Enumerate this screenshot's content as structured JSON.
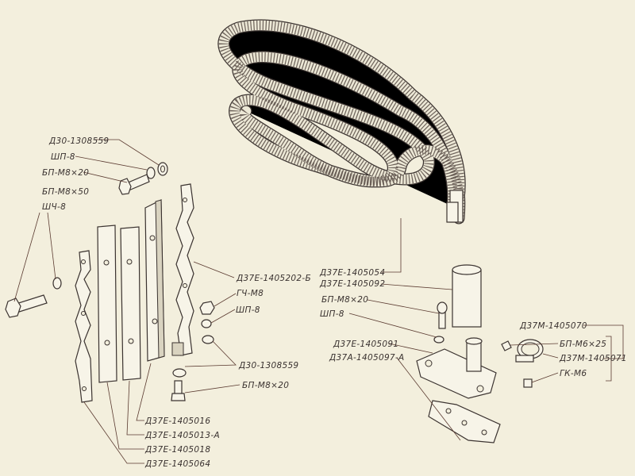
{
  "labels": {
    "left_washer_top": "Д30-1308559",
    "left_spring_washer_top": "ШП-8",
    "left_bolt_top": "БП-М8×20",
    "left_bolt_long": "БП-М8×50",
    "left_washer_sh": "ШЧ-8",
    "bracket_202b": "Д37Е-1405202-Б",
    "nut_m8": "ГЧ-М8",
    "spring_washer_mid": "ШП-8",
    "washer_mid": "Д30-1308559",
    "bolt_mid": "БП-М8×20",
    "plate_016": "Д37Е-1405016",
    "plate_013a": "Д37Е-1405013-А",
    "plate_018": "Д37Е-1405018",
    "plate_064": "Д37Е-1405064",
    "hose_054": "Д37Е-1405054",
    "sleeve_092": "Д37Е-1405092",
    "bolt_right": "БП-М8×20",
    "spring_washer_right": "ШП-8",
    "fitting_091": "Д37Е-1405091",
    "flange_097a": "Д37А-1405097-А",
    "clamp_assy_070": "Д37М-1405070",
    "bolt_m6": "БП-М6×25",
    "clamp_071": "Д37М-1405071",
    "nut_gk_m6": "ГК-М6"
  }
}
